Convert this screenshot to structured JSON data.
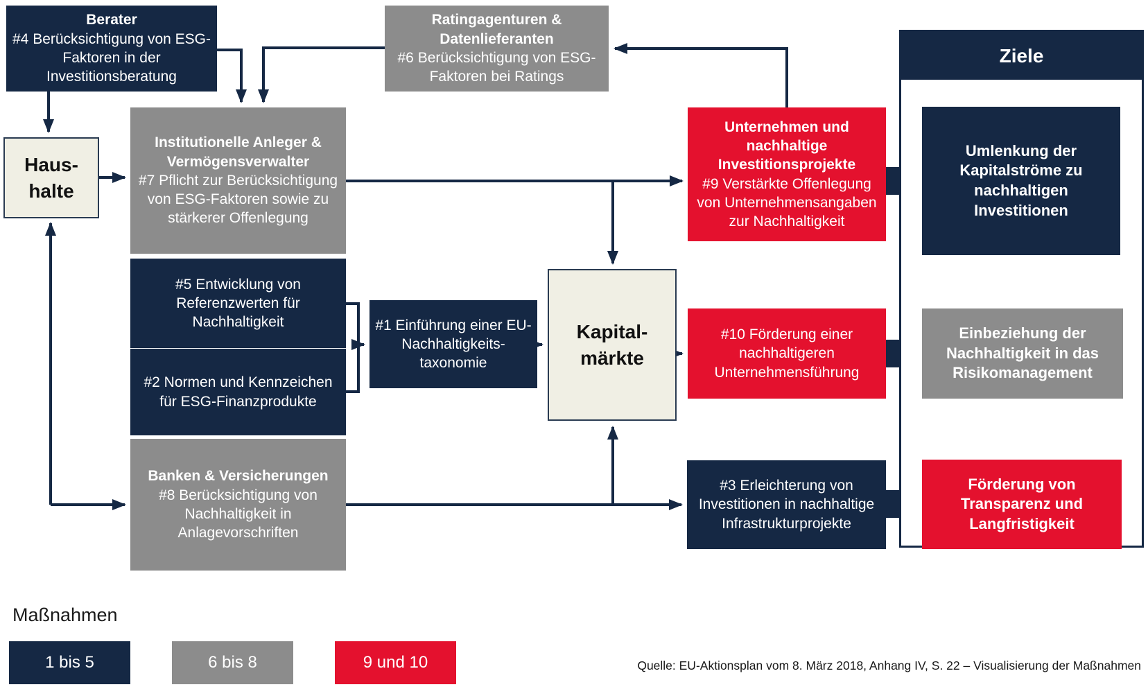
{
  "diagram": {
    "nodes": {
      "berater": {
        "title": "Berater",
        "body": "#4 Berücksichtigung von ESG-Faktoren in der Investitionsberatung",
        "color": "navy"
      },
      "rating": {
        "title": "Ratingagenturen &\nDatenlieferanten",
        "body": "#6 Berücksichtigung von ESG-Faktoren bei Ratings",
        "color": "gray"
      },
      "haushalte": {
        "title": "Haus-\nhalte",
        "color": "cream"
      },
      "institutionelle": {
        "title": "Institutionelle Anleger & Vermögensverwalter",
        "body": "#7 Pflicht zur Berücksichtigung von ESG-Faktoren sowie zu stärkerer Offenlegung",
        "color": "gray"
      },
      "m5": {
        "body": "#5 Entwicklung von Referenzwerten für Nachhaltigkeit",
        "color": "navy"
      },
      "m2": {
        "body": "#2 Normen und Kennzeichen für ESG-Finanzprodukte",
        "color": "navy"
      },
      "banken": {
        "title": "Banken & Versicherungen",
        "body": "#8 Berücksichtigung von Nachhaltigkeit in Anlagevorschriften",
        "color": "gray"
      },
      "m1": {
        "body": "#1 Einführung einer EU-Nachhaltigkeits-taxonomie",
        "color": "navy"
      },
      "kapitalmaerkte": {
        "title": "Kapital-\nmärkte",
        "color": "cream"
      },
      "m9": {
        "title": "Unternehmen und nachhaltige Investitionsprojekte",
        "body": "#9 Verstärkte Offenlegung von Unternehmensangaben zur Nachhaltigkeit",
        "color": "red"
      },
      "m10": {
        "body": "#10 Förderung einer nachhaltigeren Unternehmensführung",
        "color": "red"
      },
      "m3": {
        "body": "#3 Erleichterung von Investitionen in nachhaltige Infrastrukturprojekte",
        "color": "navy"
      },
      "ziele_header": {
        "title": "Ziele"
      },
      "goal_kapitalstroeme": {
        "title": "Umlenkung der Kapitalströme zu nachhaltigen Investitionen",
        "color": "navy"
      },
      "goal_risikomanagement": {
        "title": "Einbeziehung der Nachhaltigkeit in das Risikomanagement",
        "color": "gray"
      },
      "goal_transparenz": {
        "title": "Förderung von Transparenz und Langfristigkeit",
        "color": "red"
      }
    },
    "legend": {
      "title": "Maßnahmen",
      "items": [
        {
          "label": "1 bis 5",
          "color": "#152844"
        },
        {
          "label": "6 bis 8",
          "color": "#8C8C8C"
        },
        {
          "label": "9 und 10",
          "color": "#E4112E"
        }
      ]
    },
    "source": "Quelle: EU-Aktionsplan vom 8. März 2018, Anhang IV, S. 22 – Visualisierung der Maßnahmen",
    "colors": {
      "navy": "#152844",
      "gray": "#8C8C8C",
      "red": "#E4112E",
      "cream": "#F0EFE4",
      "line": "#152844",
      "background": "#FFFFFF"
    }
  }
}
